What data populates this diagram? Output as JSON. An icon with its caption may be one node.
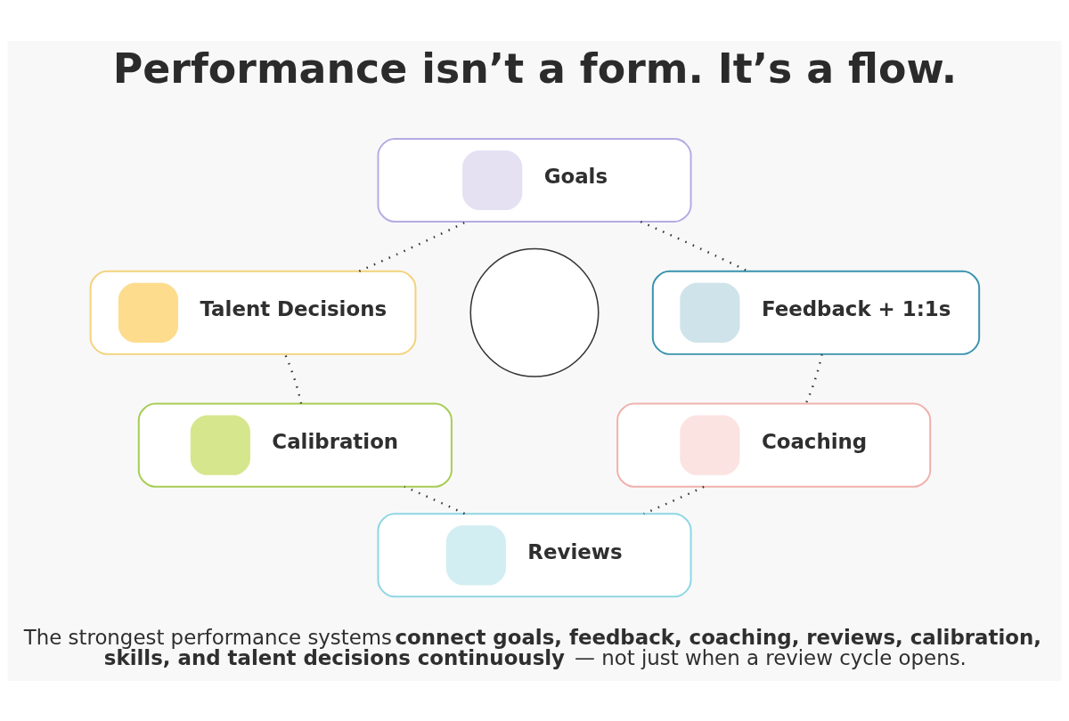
{
  "diagram": {
    "title": "Performance isn’t a form. It’s a flow.",
    "caption": "The strongest performance systems **connect goals, feedback, coaching, reviews, calibration, skills, and talent decisions continuously** — not just when a review cycle opens.",
    "nodes": [
      {
        "text": [
          "Goals"
        ]
      },
      {
        "text": [
          "Talent Decisions"
        ]
      },
      {
        "text": [],
        "shape": "circle"
      },
      {
        "text": [
          "Feedback + 1:1s"
        ]
      },
      {
        "text": [
          "Calibration"
        ]
      },
      {
        "text": [
          "Coaching"
        ]
      },
      {
        "text": [
          "Reviews"
        ]
      }
    ],
    "edges": [
      {
        "from": 0,
        "to": 3,
        "arrow": "none",
        "style": "dashed"
      },
      {
        "from": 3,
        "to": 5,
        "arrow": "none",
        "style": "dashed"
      },
      {
        "from": 5,
        "to": 6,
        "arrow": "none",
        "style": "dashed"
      },
      {
        "from": 6,
        "to": 4,
        "arrow": "none",
        "style": "dashed"
      },
      {
        "from": 4,
        "to": 1,
        "arrow": "none",
        "style": "dashed"
      },
      {
        "from": 1,
        "to": 0,
        "arrow": "none",
        "style": "dashed"
      }
    ]
  }
}
